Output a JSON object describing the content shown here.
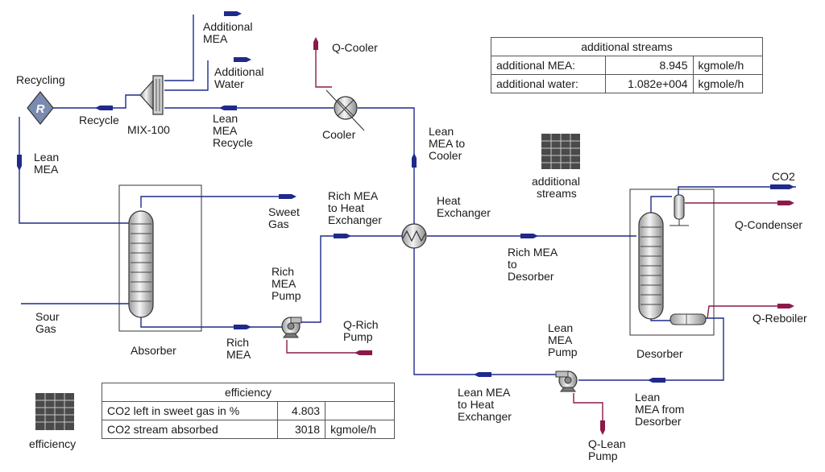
{
  "labels": {
    "recycling": "Recycling",
    "recycling_symbol": "R",
    "recycle": "Recycle",
    "mix100": "MIX-100",
    "additional_mea": [
      "Additional",
      "MEA"
    ],
    "additional_water": [
      "Additional",
      "Water"
    ],
    "lean_mea_recycle": [
      "Lean",
      "MEA",
      "Recycle"
    ],
    "q_cooler": "Q-Cooler",
    "cooler": "Cooler",
    "lean_mea_to_cooler": [
      "Lean",
      "MEA to",
      "Cooler"
    ],
    "lean_mea": [
      "Lean",
      "MEA"
    ],
    "sweet_gas": [
      "Sweet",
      "Gas"
    ],
    "rich_mea_to_hx": [
      "Rich MEA",
      "to Heat",
      "Exchanger"
    ],
    "heat_exchanger": [
      "Heat",
      "Exchanger"
    ],
    "rich_mea_to_desorber": [
      "Rich MEA",
      "to",
      "Desorber"
    ],
    "additional_streams_icon": [
      "additional",
      "streams"
    ],
    "co2": "CO2",
    "q_condenser": "Q-Condenser",
    "q_reboiler": "Q-Reboiler",
    "desorber": "Desorber",
    "absorber": "Absorber",
    "sour_gas": [
      "Sour",
      "Gas"
    ],
    "rich_mea": [
      "Rich",
      "MEA"
    ],
    "rich_mea_pump": [
      "Rich",
      "MEA",
      "Pump"
    ],
    "q_rich_pump": [
      "Q-Rich",
      "Pump"
    ],
    "lean_mea_pump": [
      "Lean",
      "MEA",
      "Pump"
    ],
    "lean_mea_to_hx": [
      "Lean MEA",
      "to Heat",
      "Exchanger"
    ],
    "lean_mea_from_desorber": [
      "Lean",
      "MEA from",
      "Desorber"
    ],
    "q_lean_pump": [
      "Q-Lean",
      "Pump"
    ],
    "efficiency_icon": "efficiency"
  },
  "additional_streams_table": {
    "title": "additional streams",
    "rows": [
      {
        "name": "additional MEA:",
        "value": "8.945",
        "unit": "kgmole/h"
      },
      {
        "name": "additional water:",
        "value": "1.082e+004",
        "unit": "kgmole/h"
      }
    ]
  },
  "efficiency_table": {
    "title": "efficiency",
    "rows": [
      {
        "name": "CO2 left in sweet gas in %",
        "value": "4.803",
        "unit": ""
      },
      {
        "name": "CO2 stream absorbed",
        "value": "3018",
        "unit": "kgmole/h"
      }
    ]
  },
  "colors": {
    "material_stream": "#1f2a8a",
    "energy_stream": "#8b1a4a",
    "unit_fill": "#d8d8d8",
    "unit_stroke": "#444444"
  }
}
